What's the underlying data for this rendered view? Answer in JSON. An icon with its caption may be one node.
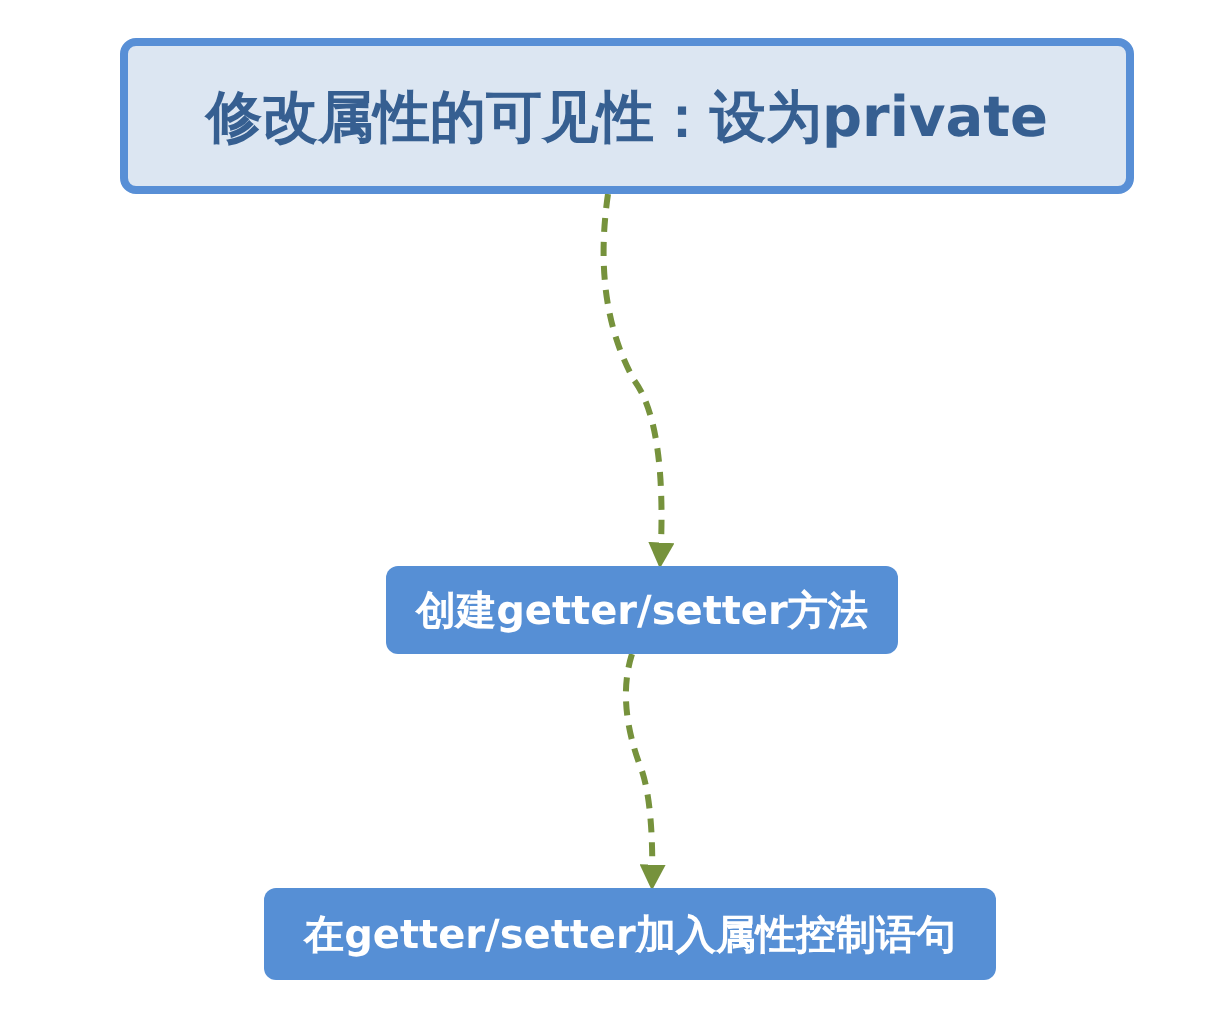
{
  "diagram": {
    "nodes": [
      {
        "text": [
          "修改属性的可见性：设为private"
        ]
      },
      {
        "text": [
          "创建getter/setter方法"
        ]
      },
      {
        "text": [
          "在getter/setter加入属性控制语句"
        ]
      }
    ],
    "edges": [
      {
        "from": 0,
        "to": 1,
        "arrow": "to",
        "style": "dashed"
      },
      {
        "from": 1,
        "to": 2,
        "arrow": "to",
        "style": "dashed"
      }
    ]
  }
}
